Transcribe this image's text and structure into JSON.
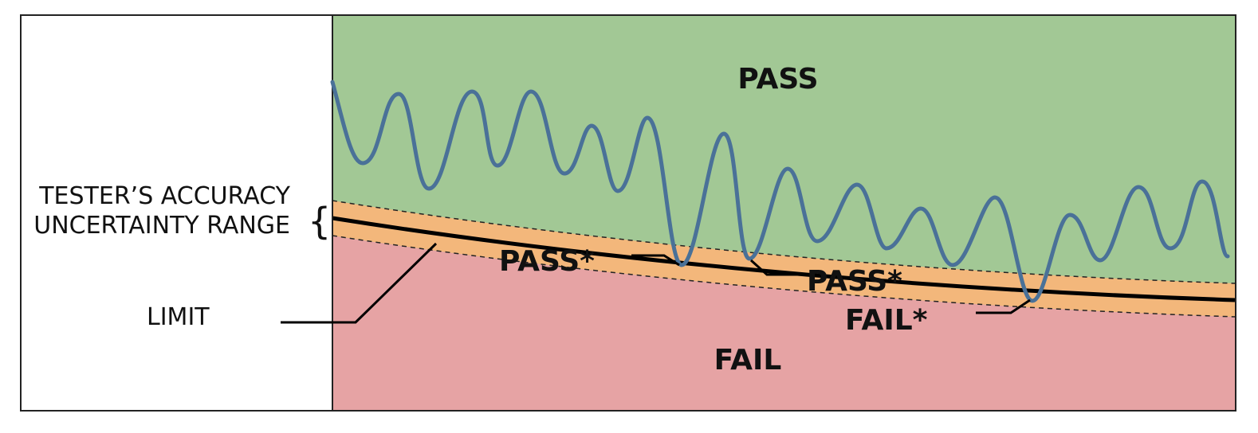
{
  "labels": {
    "pass": "PASS",
    "fail": "FAIL",
    "pass_star_1": "PASS*",
    "pass_star_2": "PASS*",
    "fail_star": "FAIL*",
    "accuracy_line1": "TESTER’S ACCURACY",
    "accuracy_line2": "UNCERTAINTY RANGE",
    "brace": "{",
    "limit": "LIMIT"
  },
  "colors": {
    "pass_region": "#a2c895",
    "fail_region": "#e6a3a4",
    "uncertainty_band": "#f3b77b",
    "signal": "#4a7198",
    "limit_line": "#000000",
    "frame": "#222222"
  }
}
